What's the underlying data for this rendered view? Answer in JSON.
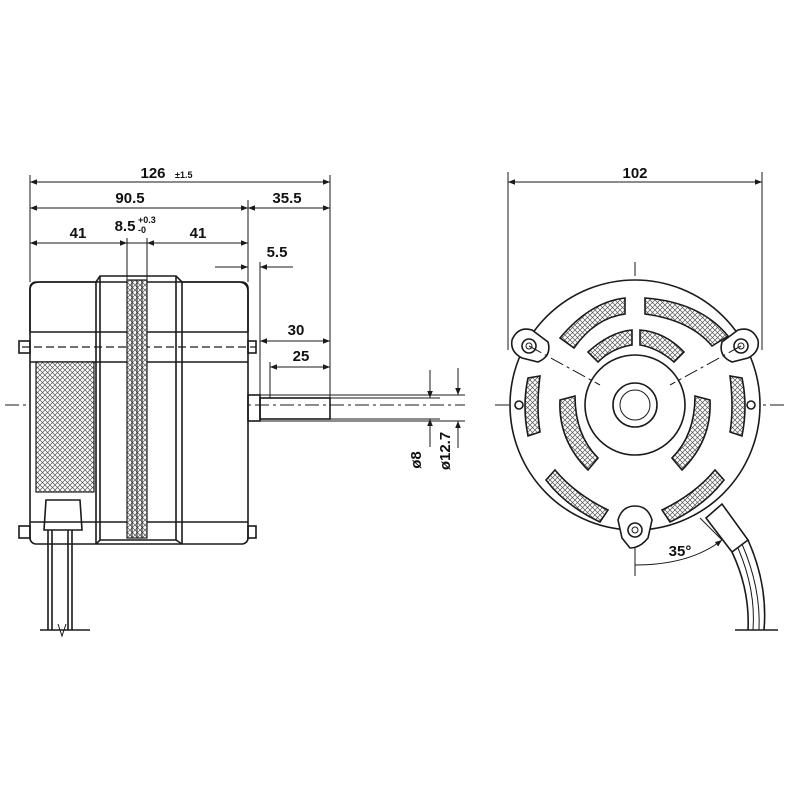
{
  "side_view": {
    "dim_overall": "126",
    "dim_overall_tol": "±1.5",
    "dim_body": "90.5",
    "dim_shaft_ext": "35.5",
    "dim_left_stack": "41",
    "dim_center": "8.5",
    "dim_center_tol_upper": "+0.3",
    "dim_center_tol_lower": "-0",
    "dim_right_stack": "41",
    "dim_collar": "5.5",
    "dim_shaft_30": "30",
    "dim_shaft_25": "25",
    "dim_shaft_dia": "ø8",
    "dim_boss_dia": "ø12.7"
  },
  "end_view": {
    "dim_width": "102",
    "dim_angle": "35°"
  },
  "colors": {
    "line": "#1a1a1a",
    "background": "#ffffff"
  }
}
